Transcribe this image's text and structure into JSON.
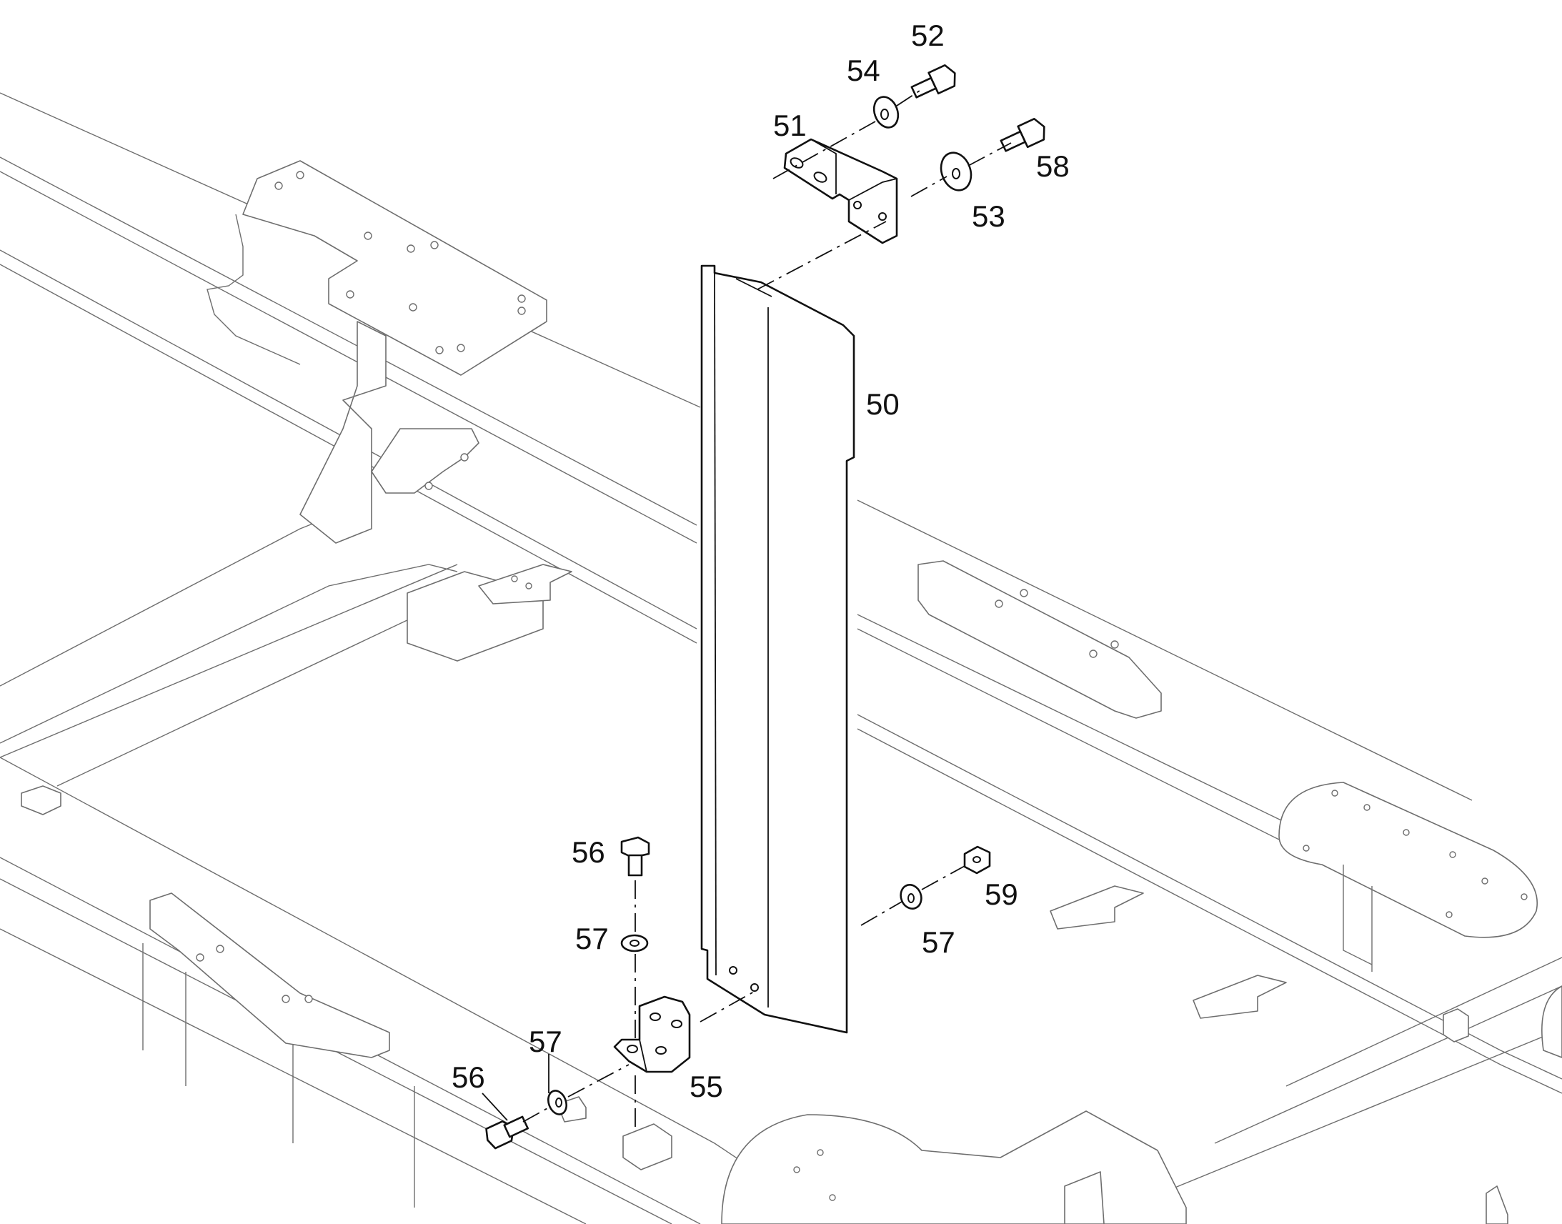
{
  "callouts": {
    "c50": "50",
    "c51": "51",
    "c52": "52",
    "c53": "53",
    "c54": "54",
    "c55": "55",
    "c56_top": "56",
    "c56_bottom": "56",
    "c57_top": "57",
    "c57_bottom": "57",
    "c57_right": "57",
    "c58": "58",
    "c59": "59"
  },
  "colors": {
    "part_outline": "#111111",
    "frame_outline": "#6e6e6e",
    "background": "#ffffff"
  }
}
